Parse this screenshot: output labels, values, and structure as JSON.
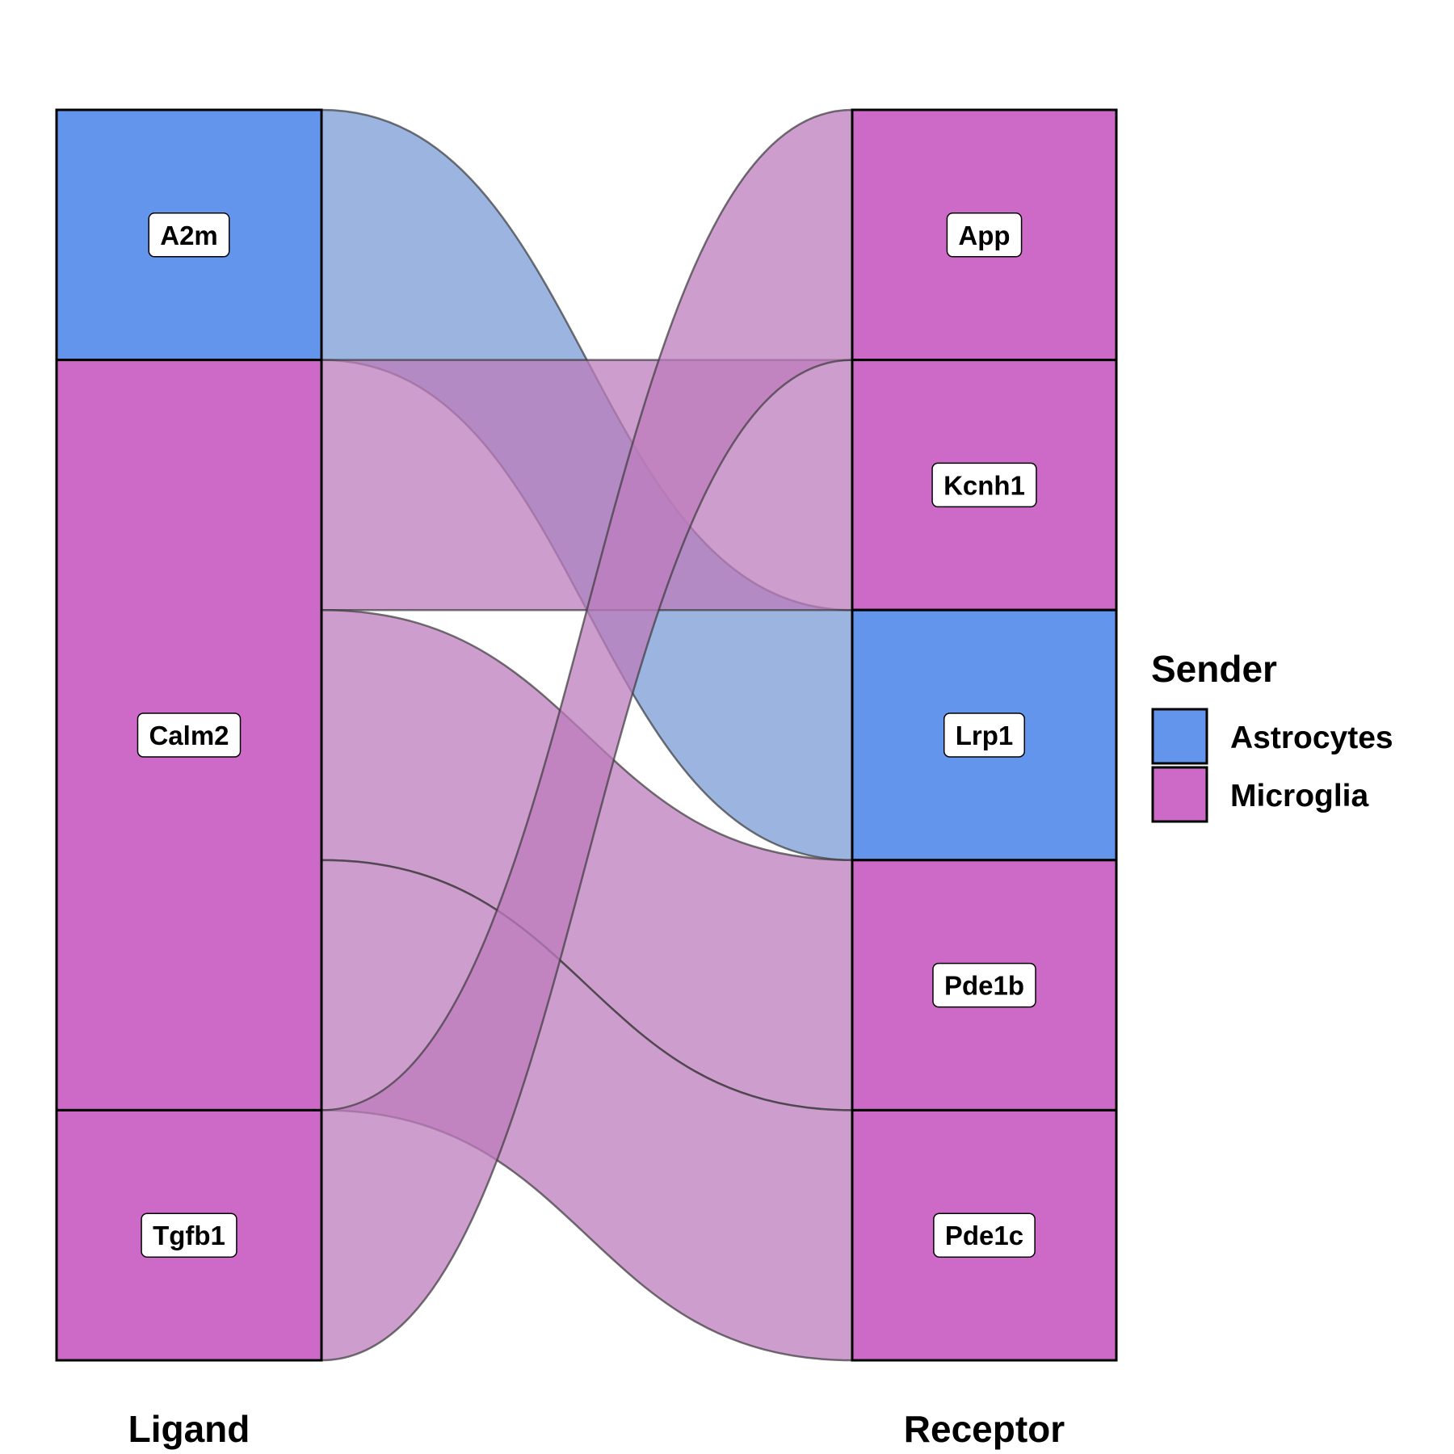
{
  "chart_data": {
    "type": "alluvial",
    "axes": [
      "Ligand",
      "Receptor"
    ],
    "ligands": [
      "A2m",
      "Calm2",
      "Tgfb1"
    ],
    "receptors": [
      "App",
      "Kcnh1",
      "Lrp1",
      "Pde1b",
      "Pde1c"
    ],
    "flows": [
      {
        "ligand": "A2m",
        "receptor": "Lrp1",
        "sender": "Astrocytes",
        "value": 1
      },
      {
        "ligand": "Calm2",
        "receptor": "Kcnh1",
        "sender": "Microglia",
        "value": 1
      },
      {
        "ligand": "Calm2",
        "receptor": "Pde1b",
        "sender": "Microglia",
        "value": 1
      },
      {
        "ligand": "Calm2",
        "receptor": "Pde1c",
        "sender": "Microglia",
        "value": 1
      },
      {
        "ligand": "Tgfb1",
        "receptor": "App",
        "sender": "Microglia",
        "value": 1
      }
    ],
    "legend": {
      "title": "Sender",
      "position": "right",
      "items": [
        {
          "label": "Astrocytes",
          "color": "#6495ED"
        },
        {
          "label": "Microglia",
          "color": "#CD6AC8"
        }
      ]
    },
    "node_colors": {
      "A2m": "#6495ED",
      "Calm2": "#CD6AC8",
      "Tgfb1": "#CD6AC8",
      "App": "#CD6AC8",
      "Kcnh1": "#CD6AC8",
      "Lrp1": "#6495ED",
      "Pde1b": "#CD6AC8",
      "Pde1c": "#CD6AC8"
    },
    "flow_colors": {
      "Astrocytes": "#7B9BD6",
      "Microglia": "#BC7CBC"
    }
  }
}
